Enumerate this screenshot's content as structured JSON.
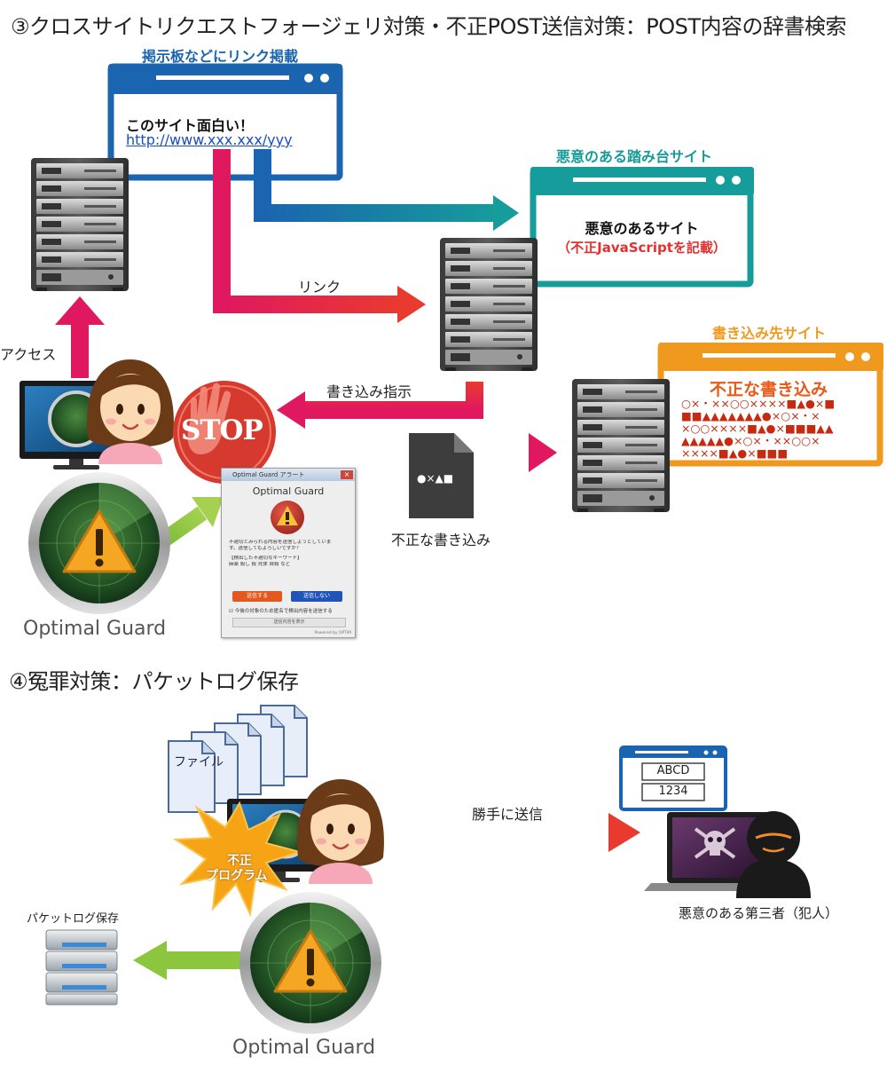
{
  "section3": {
    "heading": "③クロスサイトリクエストフォージェリ対策・不正POST送信対策：POST内容の辞書検索",
    "bbs_caption": "掲示板などにリンク掲載",
    "bbs_post_text": "このサイト面白い！",
    "bbs_post_link": "http://www.xxx.xxx/yyy",
    "malicious_caption": "悪意のある踏み台サイト",
    "malicious_title": "悪意のあるサイト",
    "malicious_note": "（不正JavaScriptを記載）",
    "link_label": "リンク",
    "access_label": "アクセス",
    "write_instruction_label": "書き込み指示",
    "stop_sign": "STOP",
    "target_caption": "書き込み先サイト",
    "target_title": "不正な書き込み",
    "target_garbage": [
      "○×・××○○××××■▲●×■",
      "■■▲▲▲▲▲▲▲●×○×・×",
      "×○○××××■▲●×■■■▲▲",
      "▲▲▲▲▲●×○×・××○○×",
      "××××■▲●×■■■"
    ],
    "file_symbols": "●×▲■",
    "file_label": "不正な書き込み",
    "guard_label": "Optimal Guard",
    "dialog": {
      "title": "Optimal Guard アラート",
      "heading": "Optimal Guard",
      "message_lines": [
        "不適切とみられる内容を送信しようとしていま",
        "す。送信してもよろしいですか？",
        "",
        "【検出した不適切なキーワード】",
        "麻薬 殺し 殺 死体 自殺 など"
      ],
      "send_label": "送信する",
      "cancel_label": "送信しない",
      "checkbox_label": "今後の対象のため匿名で検出内容を送信する",
      "detail_label": "送信内容を表示",
      "powered": "Powered by OPTiM"
    }
  },
  "section4": {
    "heading": "④冤罪対策：パケットログ保存",
    "file_label": "ファイル",
    "burst_label_1": "不正",
    "burst_label_2": "プログラム",
    "send_label": "勝手に送信",
    "screen_text_1": "ABCD",
    "screen_text_2": "1234",
    "criminal_label": "悪意のある第三者（犯人）",
    "log_label": "パケットログ保存",
    "guard_label": "Optimal Guard"
  },
  "colors": {
    "blue": "#1a64b0",
    "teal": "#169c9a",
    "orange": "#ef9a1f",
    "magenta": "#e0185f",
    "red": "#e33131",
    "green": "#8cc63f"
  }
}
